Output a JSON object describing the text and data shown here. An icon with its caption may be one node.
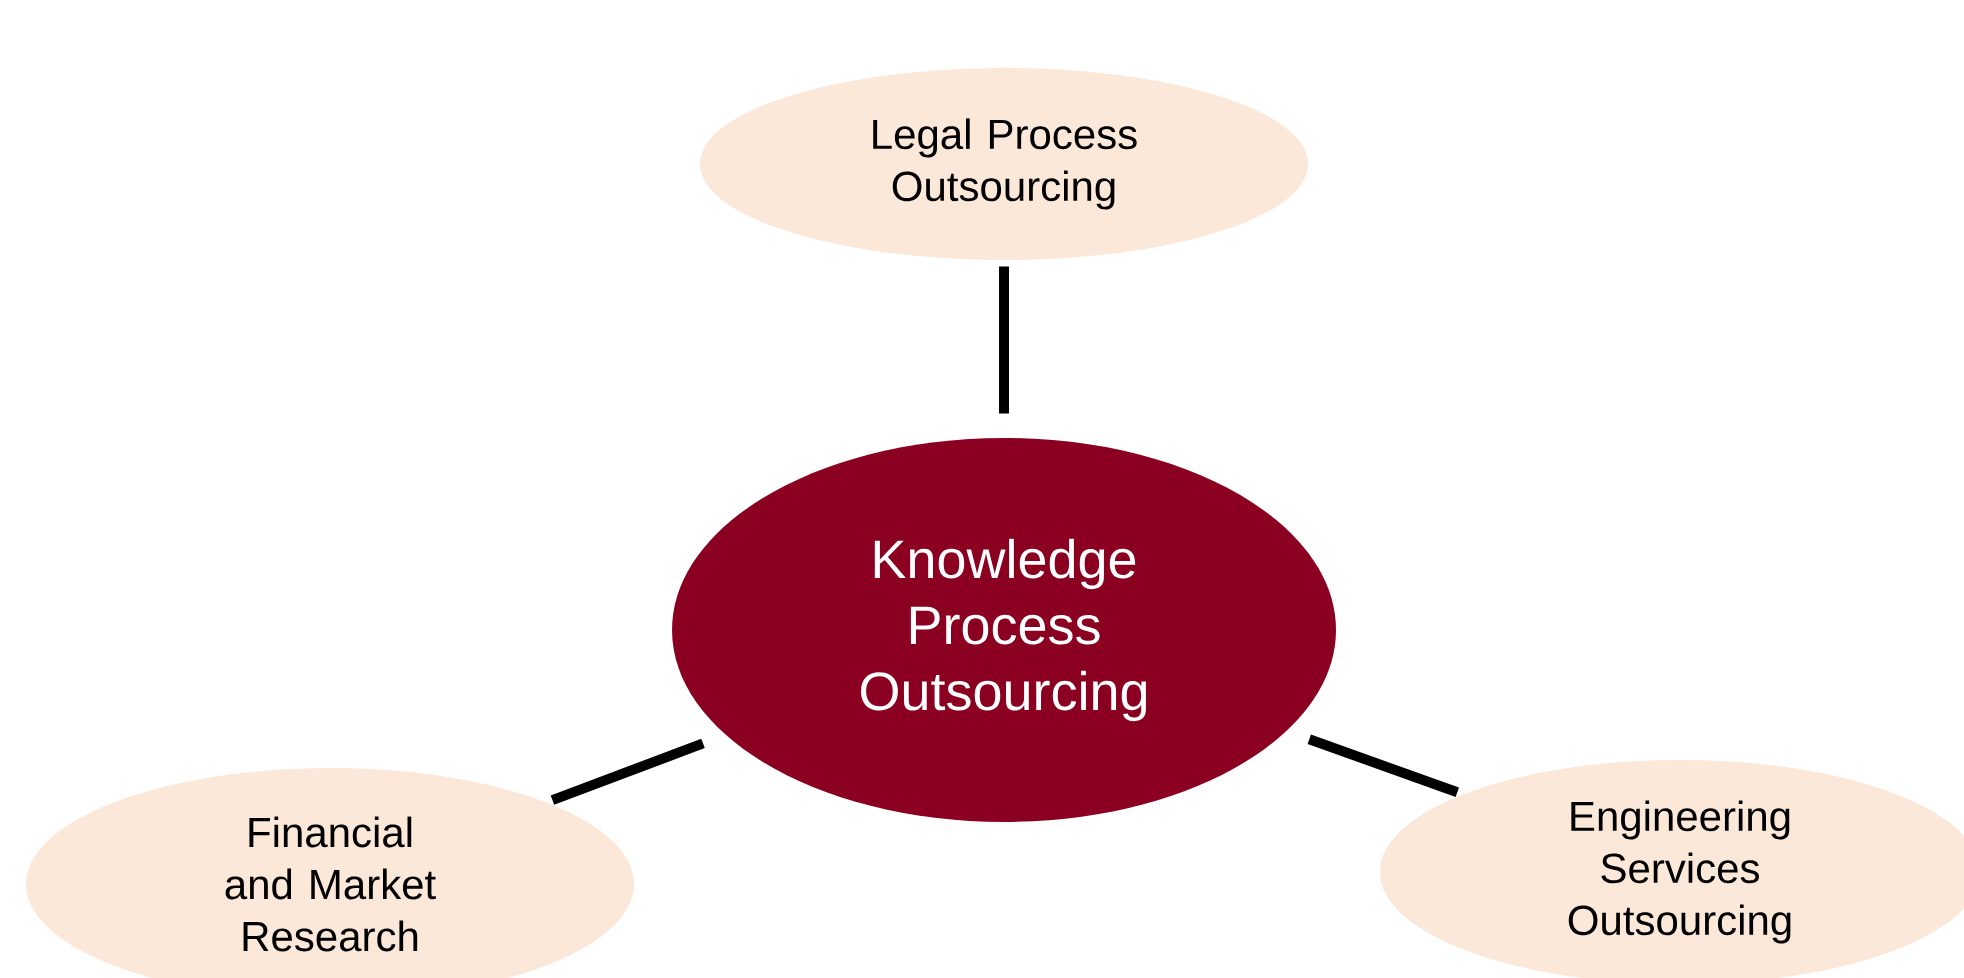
{
  "diagram": {
    "nodes": [
      {
        "text": [
          "Legal Process Outsourcing"
        ]
      },
      {
        "text": [
          "Knowledge Process Outsourcing"
        ]
      },
      {
        "text": [
          "Financial and Market Research"
        ]
      },
      {
        "text": [
          "Engineering Services Outsourcing"
        ]
      }
    ],
    "edges": [
      {
        "from": 1,
        "to": 0,
        "arrow": "none"
      },
      {
        "from": 1,
        "to": 2,
        "arrow": "none"
      },
      {
        "from": 1,
        "to": 3,
        "arrow": "none"
      }
    ]
  }
}
